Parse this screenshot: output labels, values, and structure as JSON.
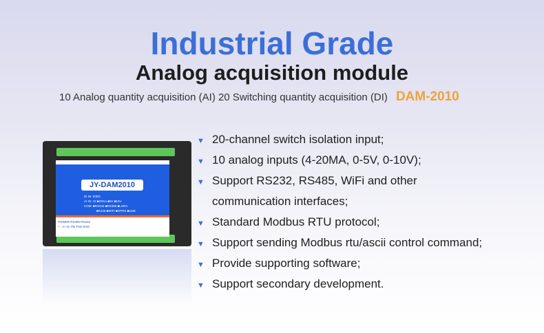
{
  "header": {
    "title": "Industrial Grade",
    "subtitle": "Analog acquisition module",
    "description": "10  Analog quantity acquisition (AI)   20 Switching quantity acquisition (DI)",
    "model": "DAM-2010"
  },
  "device": {
    "label": "JY-DAM2010",
    "di": "DI IN:  20DC",
    "ai": "AI IN:  10  ■20mA ■5V ■10V",
    "com1": "COM:  ■RS232 ■RS485 ■LORA",
    "com2": "■RJ45 ■WIFI ■GPRS ■USB",
    "ports": "POWER  RS485  RS232",
    "pins": "+  -  A+  B-  PB  TXD RXD"
  },
  "features": [
    "20-channel switch isolation input;",
    "10 analog inputs (4-20MA, 0-5V, 0-10V);",
    "Support RS232, RS485, WiFi and other",
    "communication interfaces;",
    "Standard Modbus RTU protocol;",
    "Support sending Modbus rtu/ascii control command;",
    "Provide supporting software;",
    "Support secondary development."
  ],
  "colors": {
    "accent": "#3c6fd6",
    "model": "#eea33a"
  }
}
